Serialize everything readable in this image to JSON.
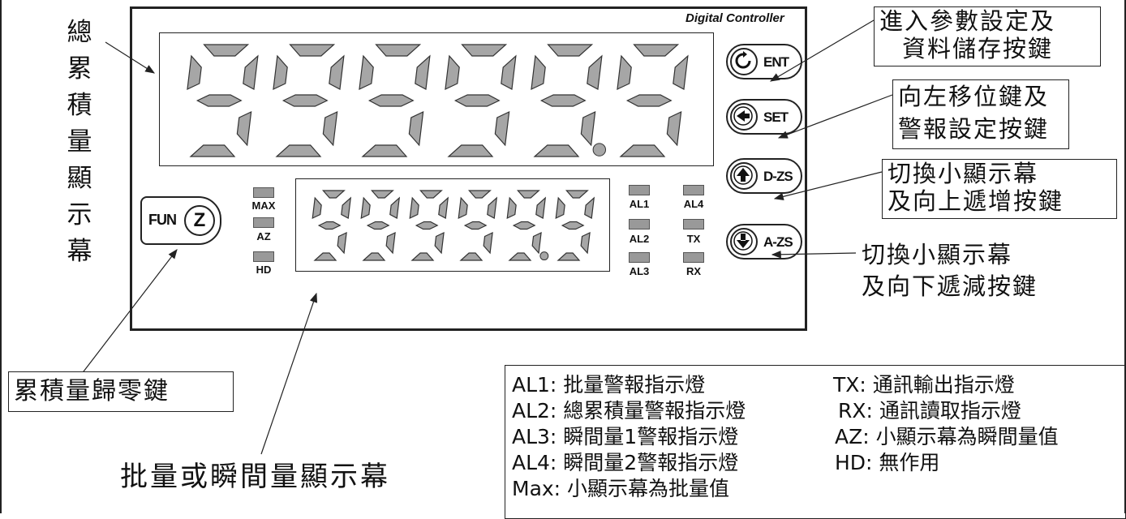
{
  "panel": {
    "brand": "Digital Controller",
    "main_display": "99999.9",
    "sub_display": "99999.9"
  },
  "leds": {
    "max": "MAX",
    "az": "AZ",
    "hd": "HD",
    "al1": "AL1",
    "al2": "AL2",
    "al3": "AL3",
    "al4": "AL4",
    "tx": "TX",
    "rx": "RX"
  },
  "buttons": {
    "ent": "ENT",
    "set": "SET",
    "dzs": "D-ZS",
    "azs": "A-ZS",
    "fun": "FUN",
    "z": "Z"
  },
  "callouts": {
    "total_display": "總累積量顯示幕",
    "ent_desc_1": "進入參數設定及",
    "ent_desc_2": "資料儲存按鍵",
    "set_desc_1": "向左移位鍵及",
    "set_desc_2": "警報設定按鍵",
    "dzs_desc_1": "切換小顯示幕",
    "dzs_desc_2": "及向上遞增按鍵",
    "azs_desc_1": "切換小顯示幕",
    "azs_desc_2": "及向下遞減按鍵",
    "reset_key": "累積量歸零鍵",
    "batch_display": "批量或瞬間量顯示幕"
  },
  "legend": {
    "al1": "AL1: 批量警報指示燈",
    "al2": "AL2: 總累積量警報指示燈",
    "al3": "AL3: 瞬間量1警報指示燈",
    "al4": "AL4: 瞬間量2警報指示燈",
    "max": "Max: 小顯示幕為批量值",
    "tx": "TX: 通訊輸出指示燈",
    "rx": "RX: 通訊讀取指示燈",
    "az": "AZ: 小顯示幕為瞬間量值",
    "hd": "HD: 無作用"
  },
  "colors": {
    "segment": "#a6a6a6",
    "segment_stroke": "#333333",
    "line": "#222222"
  }
}
